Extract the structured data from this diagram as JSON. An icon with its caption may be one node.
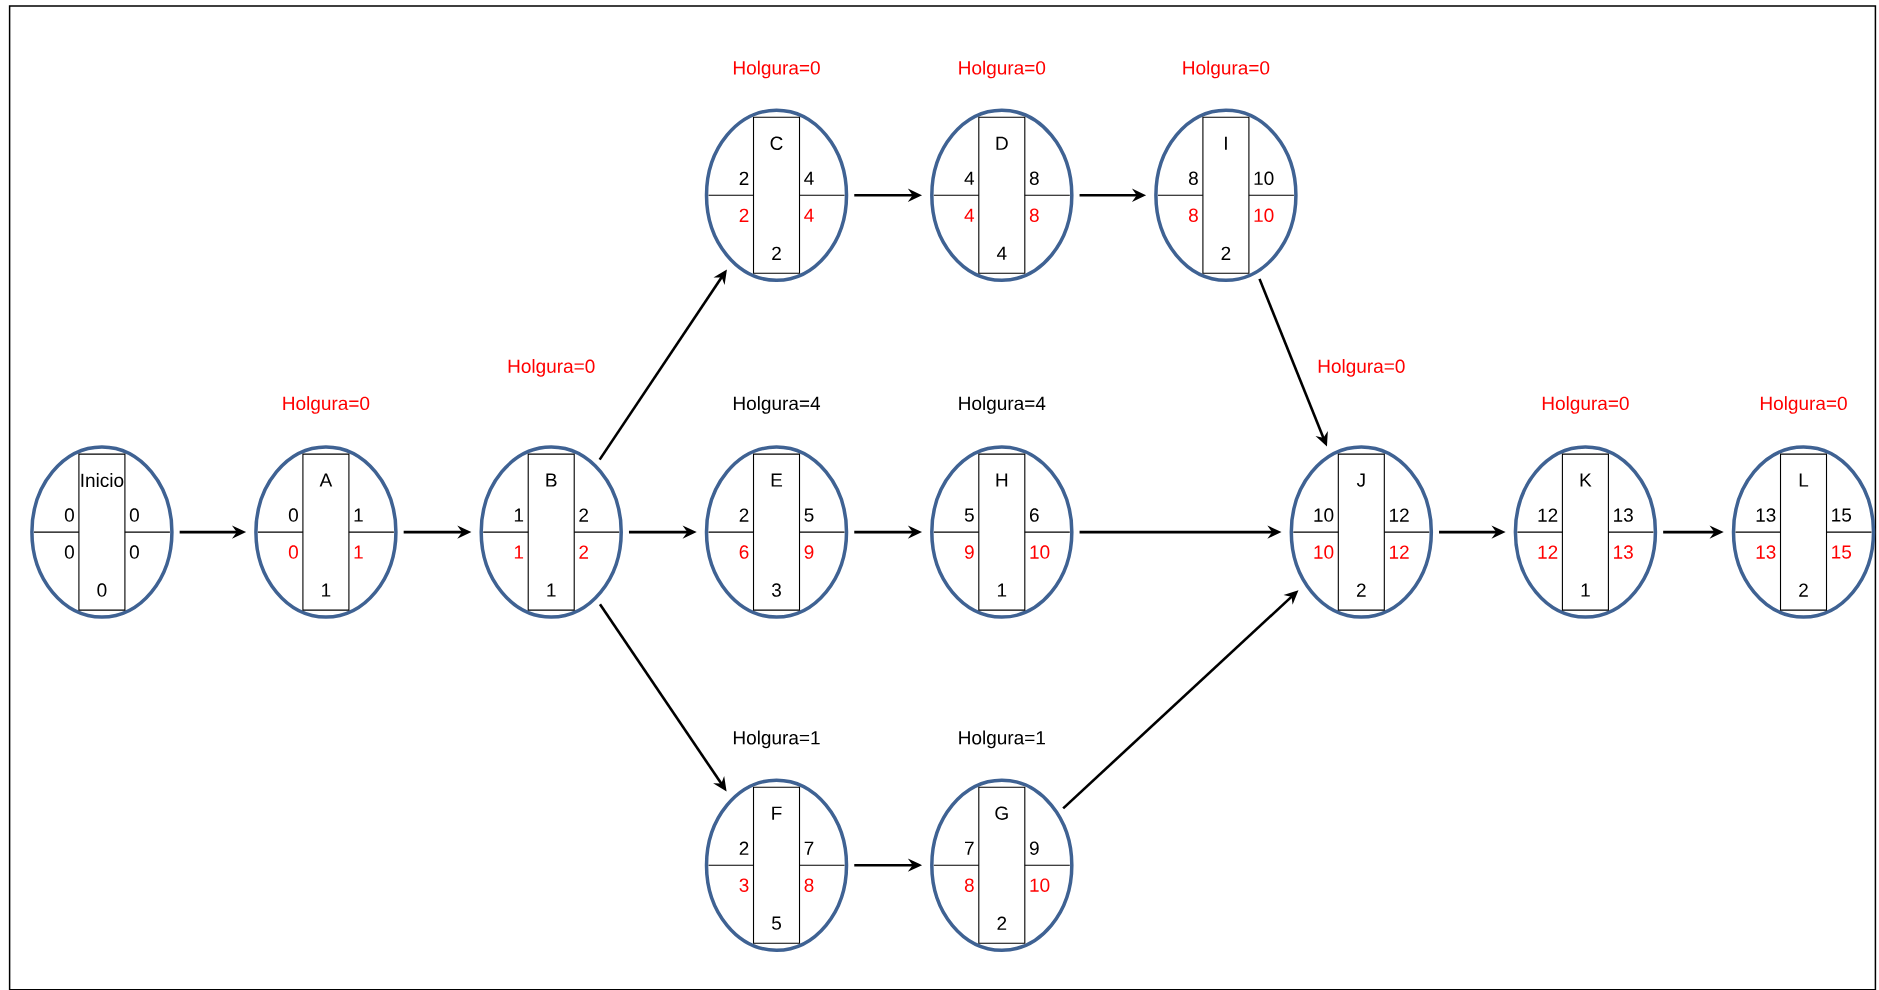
{
  "diagram": {
    "nodes": [
      {
        "text": [
          "Inicio",
          "0",
          "0",
          "0",
          "0",
          "0"
        ]
      },
      {
        "text": [
          "A",
          "0",
          "1",
          "0",
          "1",
          "1"
        ],
        "beside": [
          "Holgura=0"
        ]
      },
      {
        "text": [
          "B",
          "1",
          "2",
          "1",
          "2",
          "1"
        ],
        "beside": [
          "Holgura=0"
        ]
      },
      {
        "text": [
          "C",
          "2",
          "4",
          "2",
          "4",
          "2"
        ],
        "beside": [
          "Holgura=0"
        ]
      },
      {
        "text": [
          "E",
          "2",
          "5",
          "6",
          "9",
          "3"
        ],
        "beside": [
          "Holgura=4"
        ]
      },
      {
        "text": [
          "F",
          "2",
          "7",
          "3",
          "8",
          "5"
        ],
        "beside": [
          "Holgura=1"
        ]
      },
      {
        "text": [
          "D",
          "4",
          "8",
          "4",
          "8",
          "4"
        ],
        "beside": [
          "Holgura=0"
        ]
      },
      {
        "text": [
          "H",
          "5",
          "6",
          "9",
          "10",
          "1"
        ],
        "beside": [
          "Holgura=4"
        ]
      },
      {
        "text": [
          "G",
          "7",
          "9",
          "8",
          "10",
          "2"
        ],
        "beside": [
          "Holgura=1"
        ]
      },
      {
        "text": [
          "I",
          "8",
          "10",
          "8",
          "10",
          "2"
        ],
        "beside": [
          "Holgura=0"
        ]
      },
      {
        "text": [
          "J",
          "10",
          "12",
          "10",
          "12",
          "2"
        ],
        "beside": [
          "Holgura=0"
        ]
      },
      {
        "text": [
          "K",
          "12",
          "13",
          "12",
          "13",
          "1"
        ],
        "beside": [
          "Holgura=0"
        ]
      },
      {
        "text": [
          "L",
          "13",
          "15",
          "13",
          "15",
          "2"
        ],
        "beside": [
          "Holgura=0"
        ]
      }
    ],
    "edges": [
      {
        "from": 0,
        "to": 1,
        "arrow": "to"
      },
      {
        "from": 1,
        "to": 2,
        "arrow": "to"
      },
      {
        "from": 2,
        "to": 3,
        "arrow": "to"
      },
      {
        "from": 2,
        "to": 4,
        "arrow": "to"
      },
      {
        "from": 2,
        "to": 5,
        "arrow": "to"
      },
      {
        "from": 3,
        "to": 6,
        "arrow": "to"
      },
      {
        "from": 6,
        "to": 9,
        "arrow": "to"
      },
      {
        "from": 4,
        "to": 7,
        "arrow": "to"
      },
      {
        "from": 5,
        "to": 8,
        "arrow": "to"
      },
      {
        "from": 9,
        "to": 10,
        "arrow": "to"
      },
      {
        "from": 7,
        "to": 10,
        "arrow": "to"
      },
      {
        "from": 8,
        "to": 10,
        "arrow": "to"
      },
      {
        "from": 10,
        "to": 11,
        "arrow": "to"
      },
      {
        "from": 11,
        "to": 12,
        "arrow": "to"
      }
    ]
  }
}
